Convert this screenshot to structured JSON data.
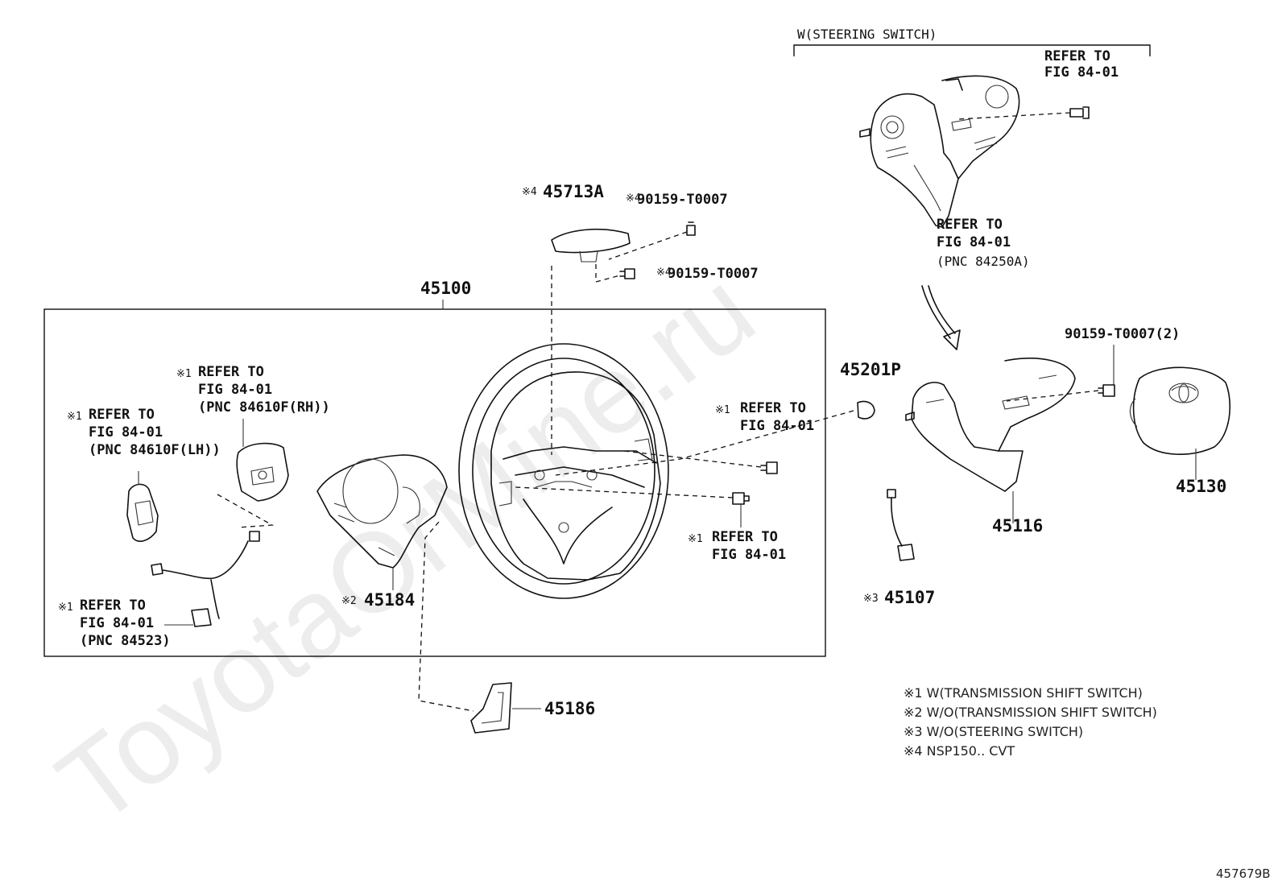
{
  "watermark": "ToyotaOrMine.ru",
  "figure_id": "457679B",
  "group_header": "W(STEERING SWITCH)",
  "parts": {
    "assembly": "45100",
    "pad_insert": "45713A",
    "screw_upper": "90159-T0007",
    "screw_lower": "90159-T0007",
    "nut": "45201P",
    "cover_lower": "45184",
    "cover_trim": "45186",
    "spoke_cover": "45116",
    "airbag": "45130",
    "wire": "45107",
    "screw_qty": "90159-T0007(2)"
  },
  "marks": {
    "m1": "※1",
    "m2": "※2",
    "m3": "※3",
    "m4": "※4"
  },
  "refs": {
    "top_right": [
      "REFER TO",
      "FIG 84-01"
    ],
    "switch_below": [
      "REFER TO",
      "FIG 84-01",
      "(PNC 84250A)"
    ],
    "left_lh": [
      "REFER TO",
      "FIG 84-01",
      "(PNC 84610F(LH))"
    ],
    "left_rh": [
      "REFER TO",
      "FIG 84-01",
      "(PNC 84610F(RH))"
    ],
    "wire_harness": [
      "REFER TO",
      "FIG 84-01",
      "(PNC 84523)"
    ],
    "screw_right_upper": [
      "REFER TO",
      "FIG 84-01"
    ],
    "screw_right_lower": [
      "REFER TO",
      "FIG 84-01"
    ]
  },
  "legend": [
    "※1 W(TRANSMISSION SHIFT SWITCH)",
    "※2 W/O(TRANSMISSION SHIFT SWITCH)",
    "※3 W/O(STEERING SWITCH)",
    "※4 NSP150.. CVT"
  ]
}
